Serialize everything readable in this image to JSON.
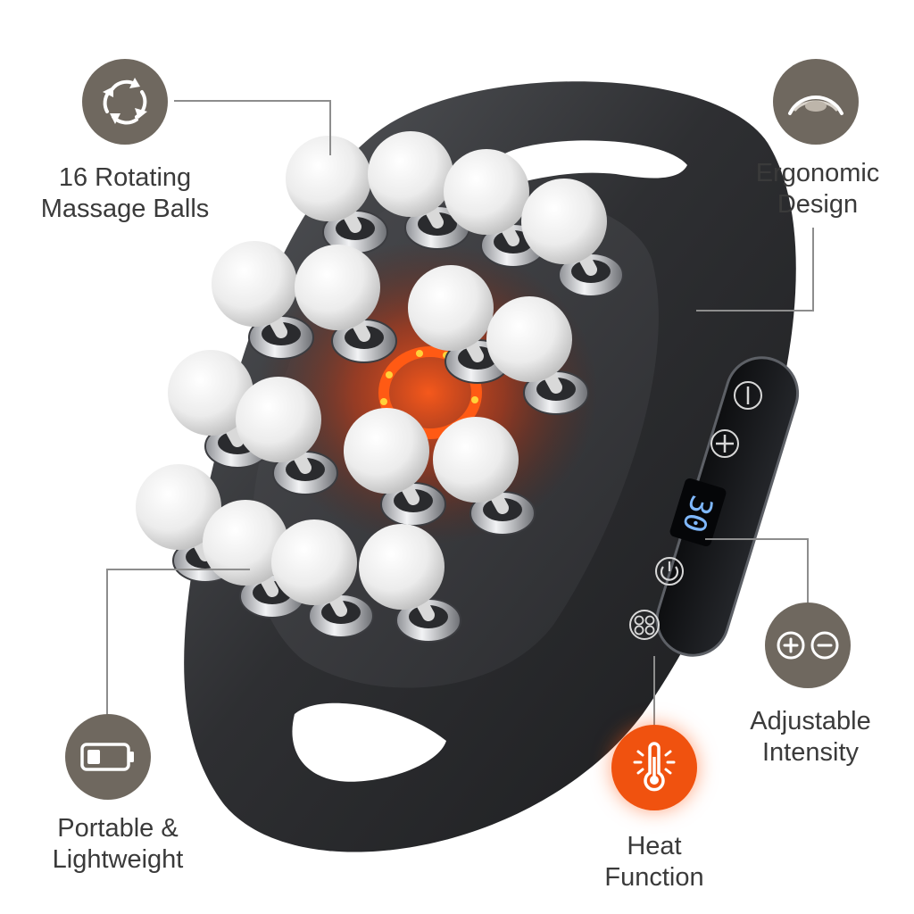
{
  "features": {
    "rotating": {
      "line1": "16 Rotating",
      "line2": "Massage Balls",
      "icon": "rotate-arrows-icon"
    },
    "ergonomic": {
      "line1": "Ergonomic",
      "line2": "Design",
      "icon": "ergonomic-curve-icon"
    },
    "intensity": {
      "line1": "Adjustable",
      "line2": "Intensity",
      "icon": "plus-minus-icon"
    },
    "portable": {
      "line1": "Portable &",
      "line2": "Lightweight",
      "icon": "battery-icon"
    },
    "heat": {
      "line1": "Heat",
      "line2": "Function",
      "icon": "thermometer-icon"
    }
  },
  "device": {
    "display_value": "30",
    "buttons": [
      "minus-button",
      "plus-button",
      "power-button",
      "mode-button"
    ]
  },
  "colors": {
    "icon_bg": "#6f685f",
    "heat_icon_bg": "#f0520f",
    "display_digits": "#7fb8ff",
    "body": "#2f3032",
    "heat_glow": "#ff4a12"
  }
}
